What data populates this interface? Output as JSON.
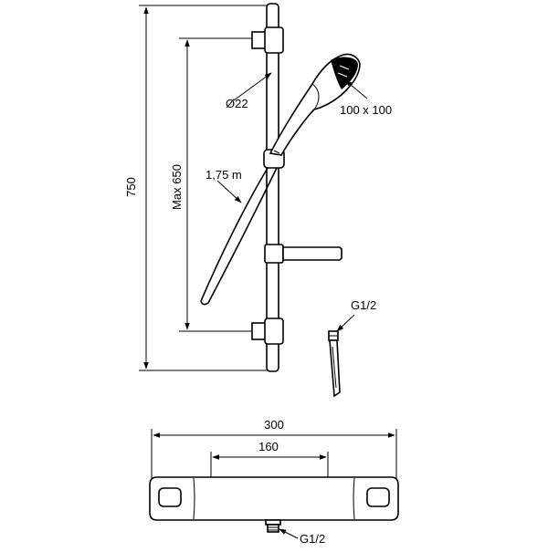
{
  "labels": {
    "height_total": "750",
    "height_max": "Max 650",
    "rail_diameter": "Ø22",
    "head_size": "100 x 100",
    "hose_length": "1,75 m",
    "hose_thread": "G1/2",
    "width_total": "300",
    "width_centers": "160",
    "outlet_thread": "G1/2"
  },
  "colors": {
    "line": "#000000",
    "background": "#ffffff"
  }
}
